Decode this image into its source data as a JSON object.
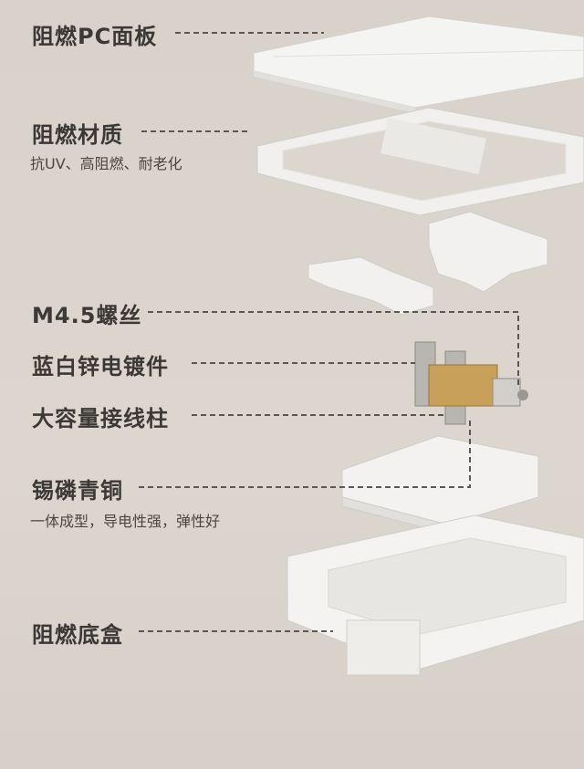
{
  "labels": {
    "panel": "阻燃PC面板",
    "frame": "阻燃材质",
    "frame_sub": "抗UV、高阻燃、耐老化",
    "screw": "M4.5螺丝",
    "plating": "蓝白锌电镀件",
    "terminal": "大容量接线柱",
    "bronze": "锡磷青铜",
    "bronze_sub": "一体成型，导电性强，弹性好",
    "box": "阻燃底盒"
  },
  "colors": {
    "background": "#d9d3cb",
    "text": "#3b3835",
    "leader": "#5a5652",
    "gold": "#c9a05a"
  }
}
